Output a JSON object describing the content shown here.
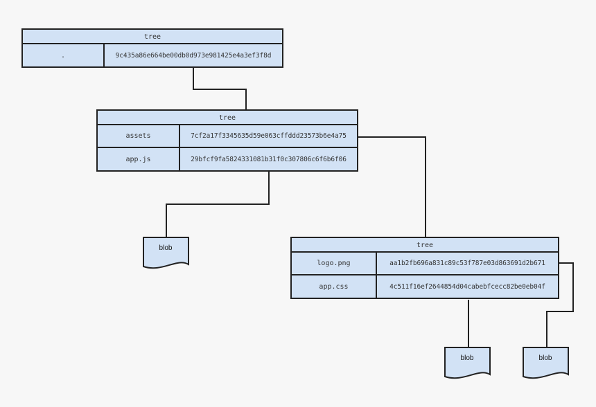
{
  "trees": {
    "root": {
      "header": "tree",
      "rows": [
        {
          "name": ".",
          "hash": "9c435a86e664be00db0d973e981425e4a3ef3f8d"
        }
      ]
    },
    "mid": {
      "header": "tree",
      "rows": [
        {
          "name": "assets",
          "hash": "7cf2a17f3345635d59e063cffddd23573b6e4a75"
        },
        {
          "name": "app.js",
          "hash": "29bfcf9fa5824331081b31f0c307806c6f6b6f06"
        }
      ]
    },
    "assets": {
      "header": "tree",
      "rows": [
        {
          "name": "logo.png",
          "hash": "aa1b2fb696a831c89c53f787e03d863691d2b671"
        },
        {
          "name": "app.css",
          "hash": "4c511f16ef2644854d04cabebfcecc82be0eb04f"
        }
      ]
    }
  },
  "blobs": {
    "appjs": {
      "label": "blob"
    },
    "appcss": {
      "label": "blob"
    },
    "logopng": {
      "label": "blob"
    }
  },
  "colors": {
    "fill": "#d2e2f5",
    "stroke": "#222222",
    "background": "#f7f7f7"
  }
}
